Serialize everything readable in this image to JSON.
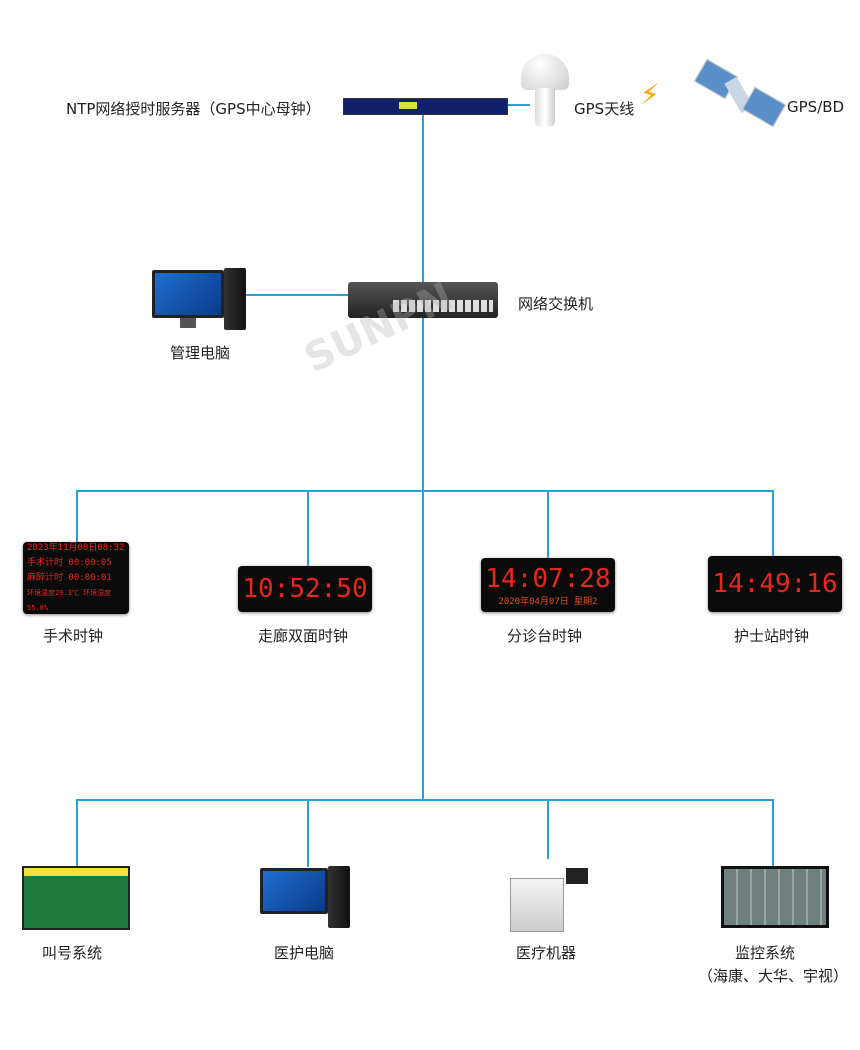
{
  "top": {
    "server_label": "NTP网络授时服务器（GPS中心母钟）",
    "antenna_label": "GPS天线",
    "satellite_label": "GPS/BD"
  },
  "middle": {
    "pc_label": "管理电脑",
    "switch_label": "网络交换机",
    "watermark": "SUNPN"
  },
  "clocks": [
    {
      "label": "手术时钟",
      "lines": [
        "2023年11月08日08:32",
        "手术计时 00:00:05",
        "麻醉计时 00:00:01",
        "环境温度29.3℃ 环境湿度55.8%"
      ]
    },
    {
      "label": "走廊双面时钟",
      "time": "10:52:50"
    },
    {
      "label": "分诊台时钟",
      "time": "14:07:28",
      "date": "2020年04月07日  星期2"
    },
    {
      "label": "护士站时钟",
      "time": "14:49:16"
    }
  ],
  "devices": [
    {
      "label": "叫号系统"
    },
    {
      "label": "医护电脑"
    },
    {
      "label": "医疗机器"
    },
    {
      "label": "监控系统",
      "sub": "（海康、大华、宇视）"
    }
  ],
  "colors": {
    "line": "#2a9fd6",
    "led": "#e8261c"
  }
}
